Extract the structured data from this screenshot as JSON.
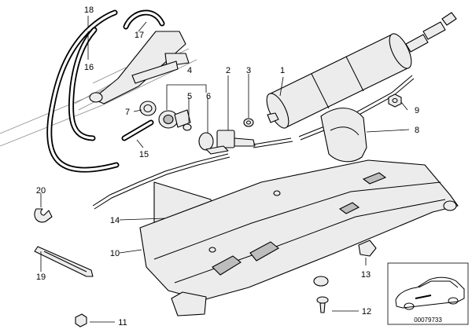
{
  "diagram": {
    "callouts": {
      "c1": "1",
      "c2": "2",
      "c3": "3",
      "c4": "4",
      "c5": "5",
      "c6": "6",
      "c7": "7",
      "c8": "8",
      "c9": "9",
      "c10": "10",
      "c11": "11",
      "c12": "12",
      "c13": "13",
      "c14": "14",
      "c15": "15",
      "c16": "16",
      "c17": "17",
      "c18": "18",
      "c19": "19",
      "c20": "20"
    },
    "reference_number": "00079733"
  }
}
